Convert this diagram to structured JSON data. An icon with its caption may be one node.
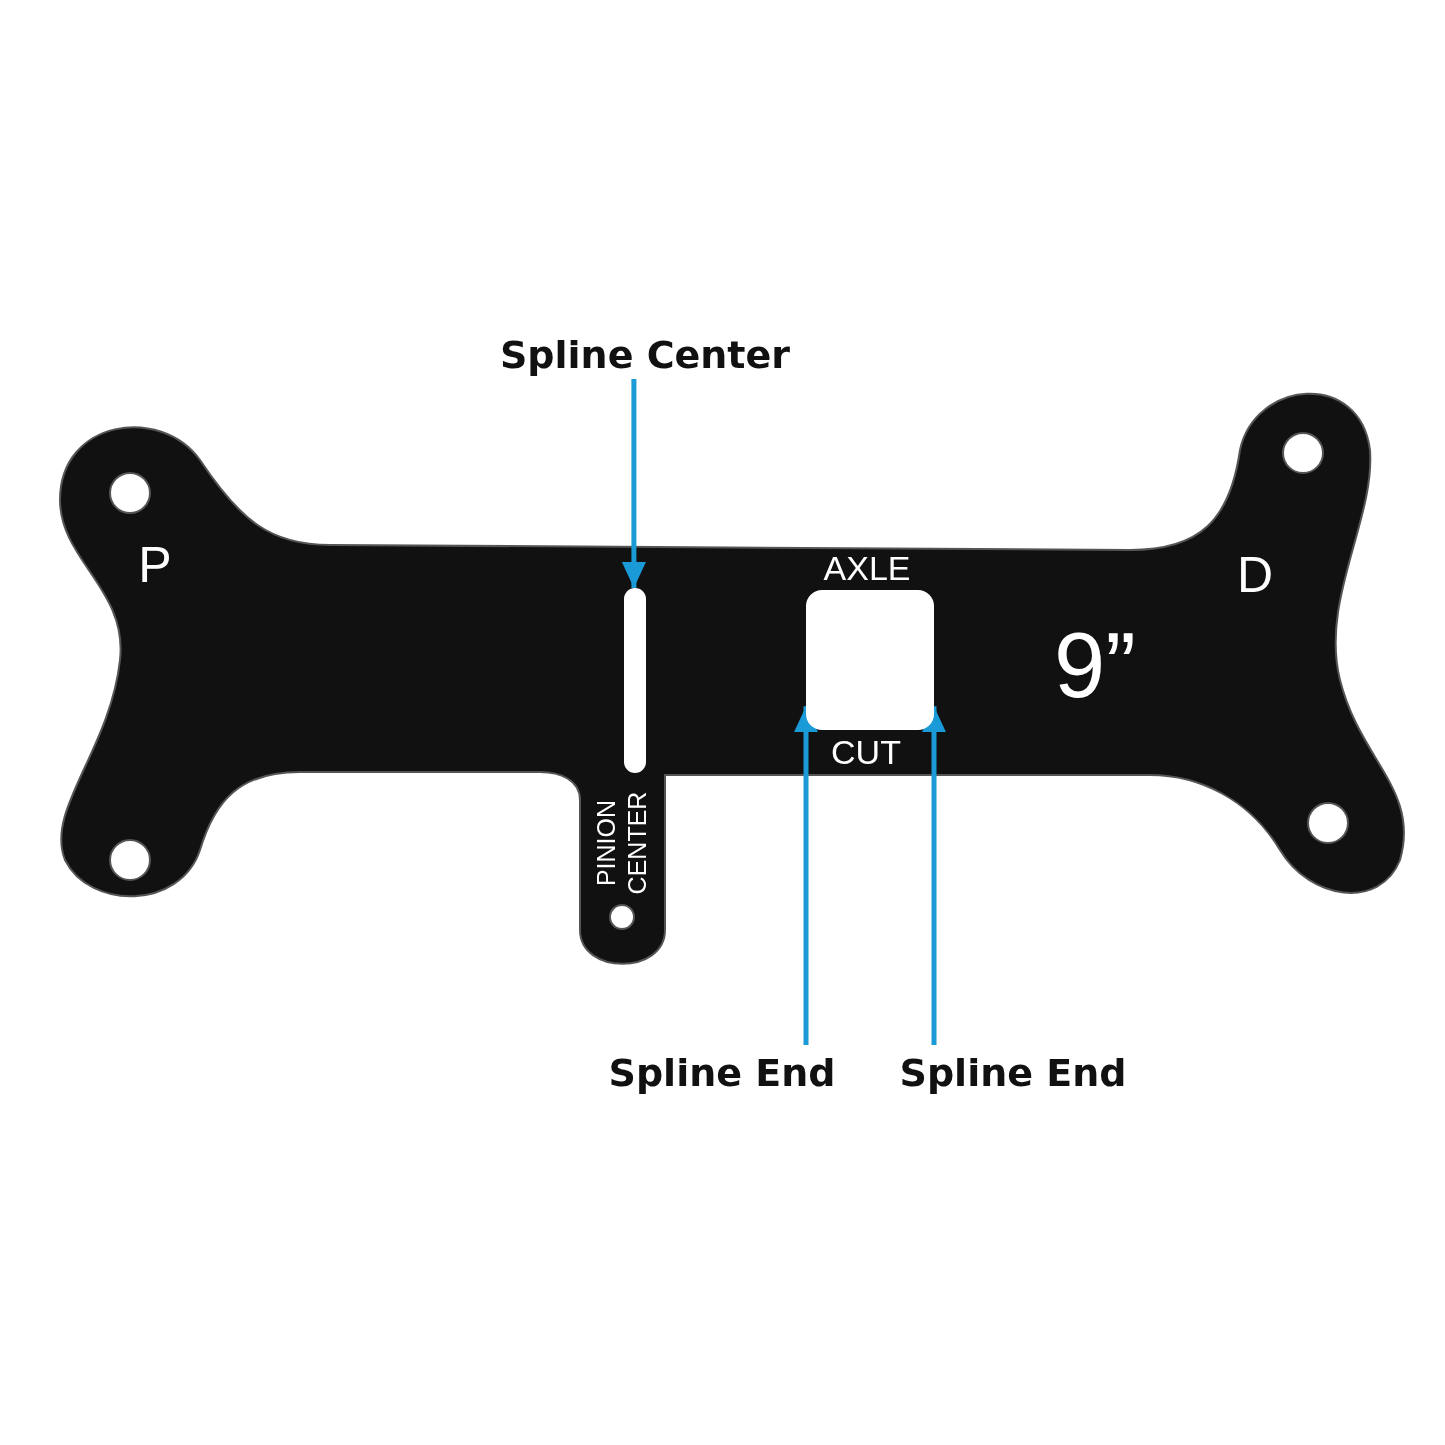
{
  "diagram": {
    "nodes": [
      {
        "text": [
          "Spline Center"
        ]
      },
      {
        "text": [],
        "shape": "bar"
      },
      {
        "text": [
          "Spline End"
        ]
      },
      {
        "text": [
          "Spline End"
        ]
      },
      {
        "text": [],
        "shape": "box"
      }
    ],
    "edges": [
      {
        "from": 0,
        "to": 1,
        "arrow": "to"
      },
      {
        "from": 2,
        "to": 4,
        "arrow": "to"
      },
      {
        "from": 3,
        "to": 4,
        "arrow": "to"
      }
    ],
    "labels": [
      "P",
      "AXLE",
      "D",
      "9”",
      "CUT",
      "PINION CENTER"
    ]
  }
}
